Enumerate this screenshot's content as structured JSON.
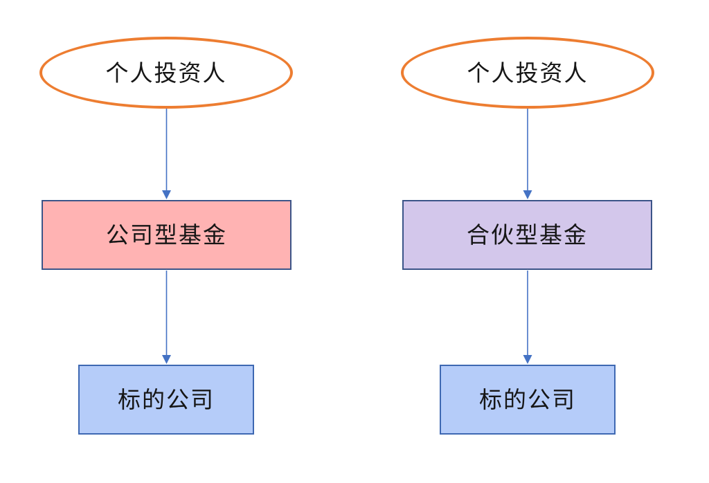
{
  "diagram": {
    "title": "fund-structure-comparison",
    "arrow_color": "#4472C4",
    "text_color": "#161616",
    "background": "#ffffff",
    "columns": [
      {
        "id": "corporate-fund-structure",
        "nodes": [
          {
            "type": "ellipse",
            "label": "个人投资人",
            "fill": "#ffffff",
            "border": "#ED7D31"
          },
          {
            "type": "rect",
            "label": "公司型基金",
            "fill": "#FFB3B3",
            "border": "#3B5488"
          },
          {
            "type": "rect",
            "label": "标的公司",
            "fill": "#B5CCF9",
            "border": "#3E68B2"
          }
        ],
        "edges": [
          {
            "from": "个人投资人",
            "to": "公司型基金"
          },
          {
            "from": "公司型基金",
            "to": "标的公司"
          }
        ]
      },
      {
        "id": "partnership-fund-structure",
        "nodes": [
          {
            "type": "ellipse",
            "label": "个人投资人",
            "fill": "#ffffff",
            "border": "#ED7D31"
          },
          {
            "type": "rect",
            "label": "合伙型基金",
            "fill": "#D3C7EB",
            "border": "#3B5488"
          },
          {
            "type": "rect",
            "label": "标的公司",
            "fill": "#B5CCF9",
            "border": "#3E68B2"
          }
        ],
        "edges": [
          {
            "from": "个人投资人",
            "to": "合伙型基金"
          },
          {
            "from": "合伙型基金",
            "to": "标的公司"
          }
        ]
      }
    ]
  }
}
